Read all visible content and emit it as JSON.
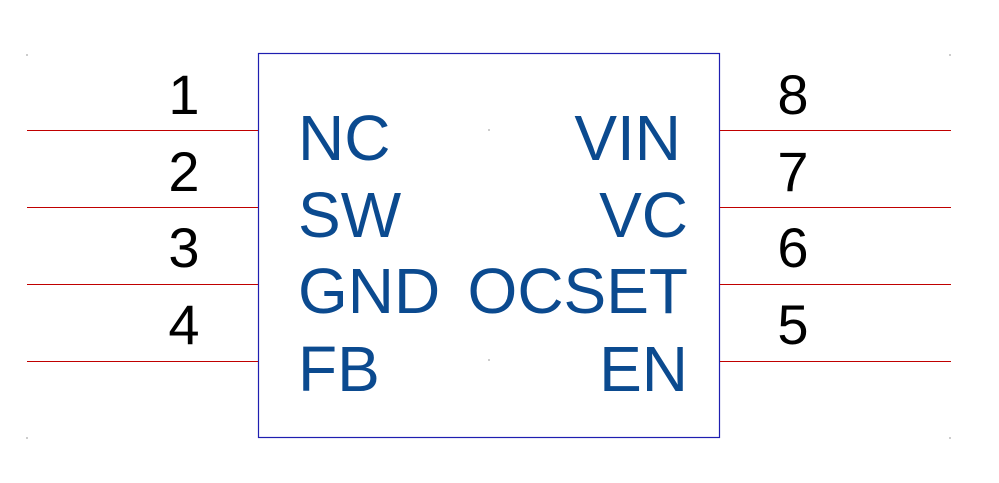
{
  "colors": {
    "body_outline": "#1f1fb0",
    "pin_line": "#c00000",
    "pin_name": "#0b4a8f",
    "pin_number": "#000000",
    "grid_dot": "#bdbdbd"
  },
  "left_pins": [
    {
      "number": "1",
      "name": "NC"
    },
    {
      "number": "2",
      "name": "SW"
    },
    {
      "number": "3",
      "name": "GND"
    },
    {
      "number": "4",
      "name": "FB"
    }
  ],
  "right_pins": [
    {
      "number": "8",
      "name": "VIN"
    },
    {
      "number": "7",
      "name": "VC"
    },
    {
      "number": "6",
      "name": "OCSET"
    },
    {
      "number": "5",
      "name": "EN"
    }
  ]
}
